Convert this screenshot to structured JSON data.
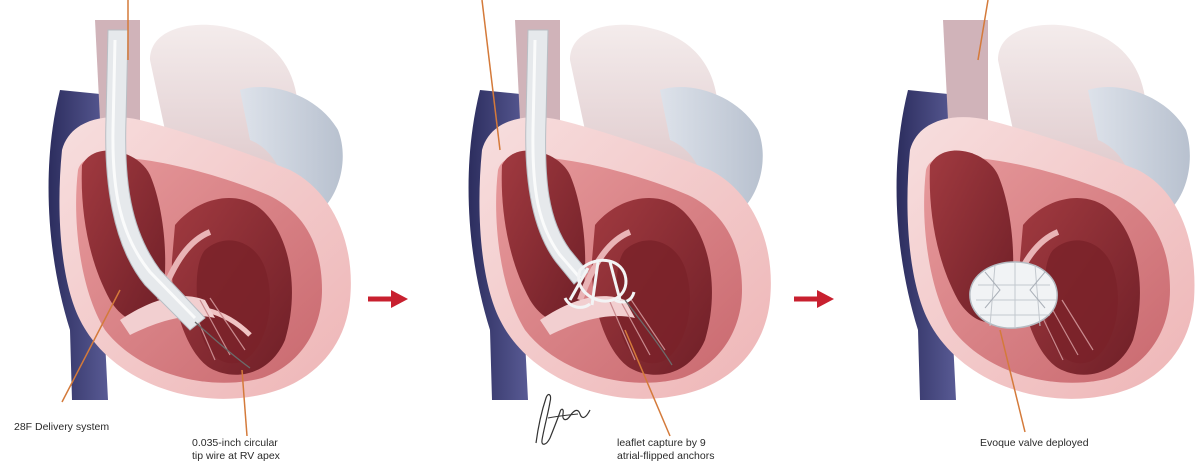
{
  "colors": {
    "vena_cava": "#3e3f78",
    "myocardium": "#d97e83",
    "chamber_dark": "#8b2e35",
    "outer_tissue": "#f3c9c9",
    "aorta": "#e8d6d8",
    "pulmonary": "#c9d0dc",
    "catheter": "#e4e7ea",
    "leader_line": "#d47a3a",
    "arrow": "#c8202f"
  },
  "panels": [
    {
      "step": 1,
      "content": "delivery-system-inserted"
    },
    {
      "step": 2,
      "content": "anchors-capturing-leaflet"
    },
    {
      "step": 3,
      "content": "valve-deployed"
    }
  ],
  "labels": {
    "delivery_system": "28F Delivery system",
    "wire_line1": "0.035-inch circular",
    "wire_line2": "tip wire at RV apex",
    "capture_line1": "leaflet capture by 9",
    "capture_line2": "atrial-flipped anchors",
    "deployed": "Evoque valve deployed"
  }
}
